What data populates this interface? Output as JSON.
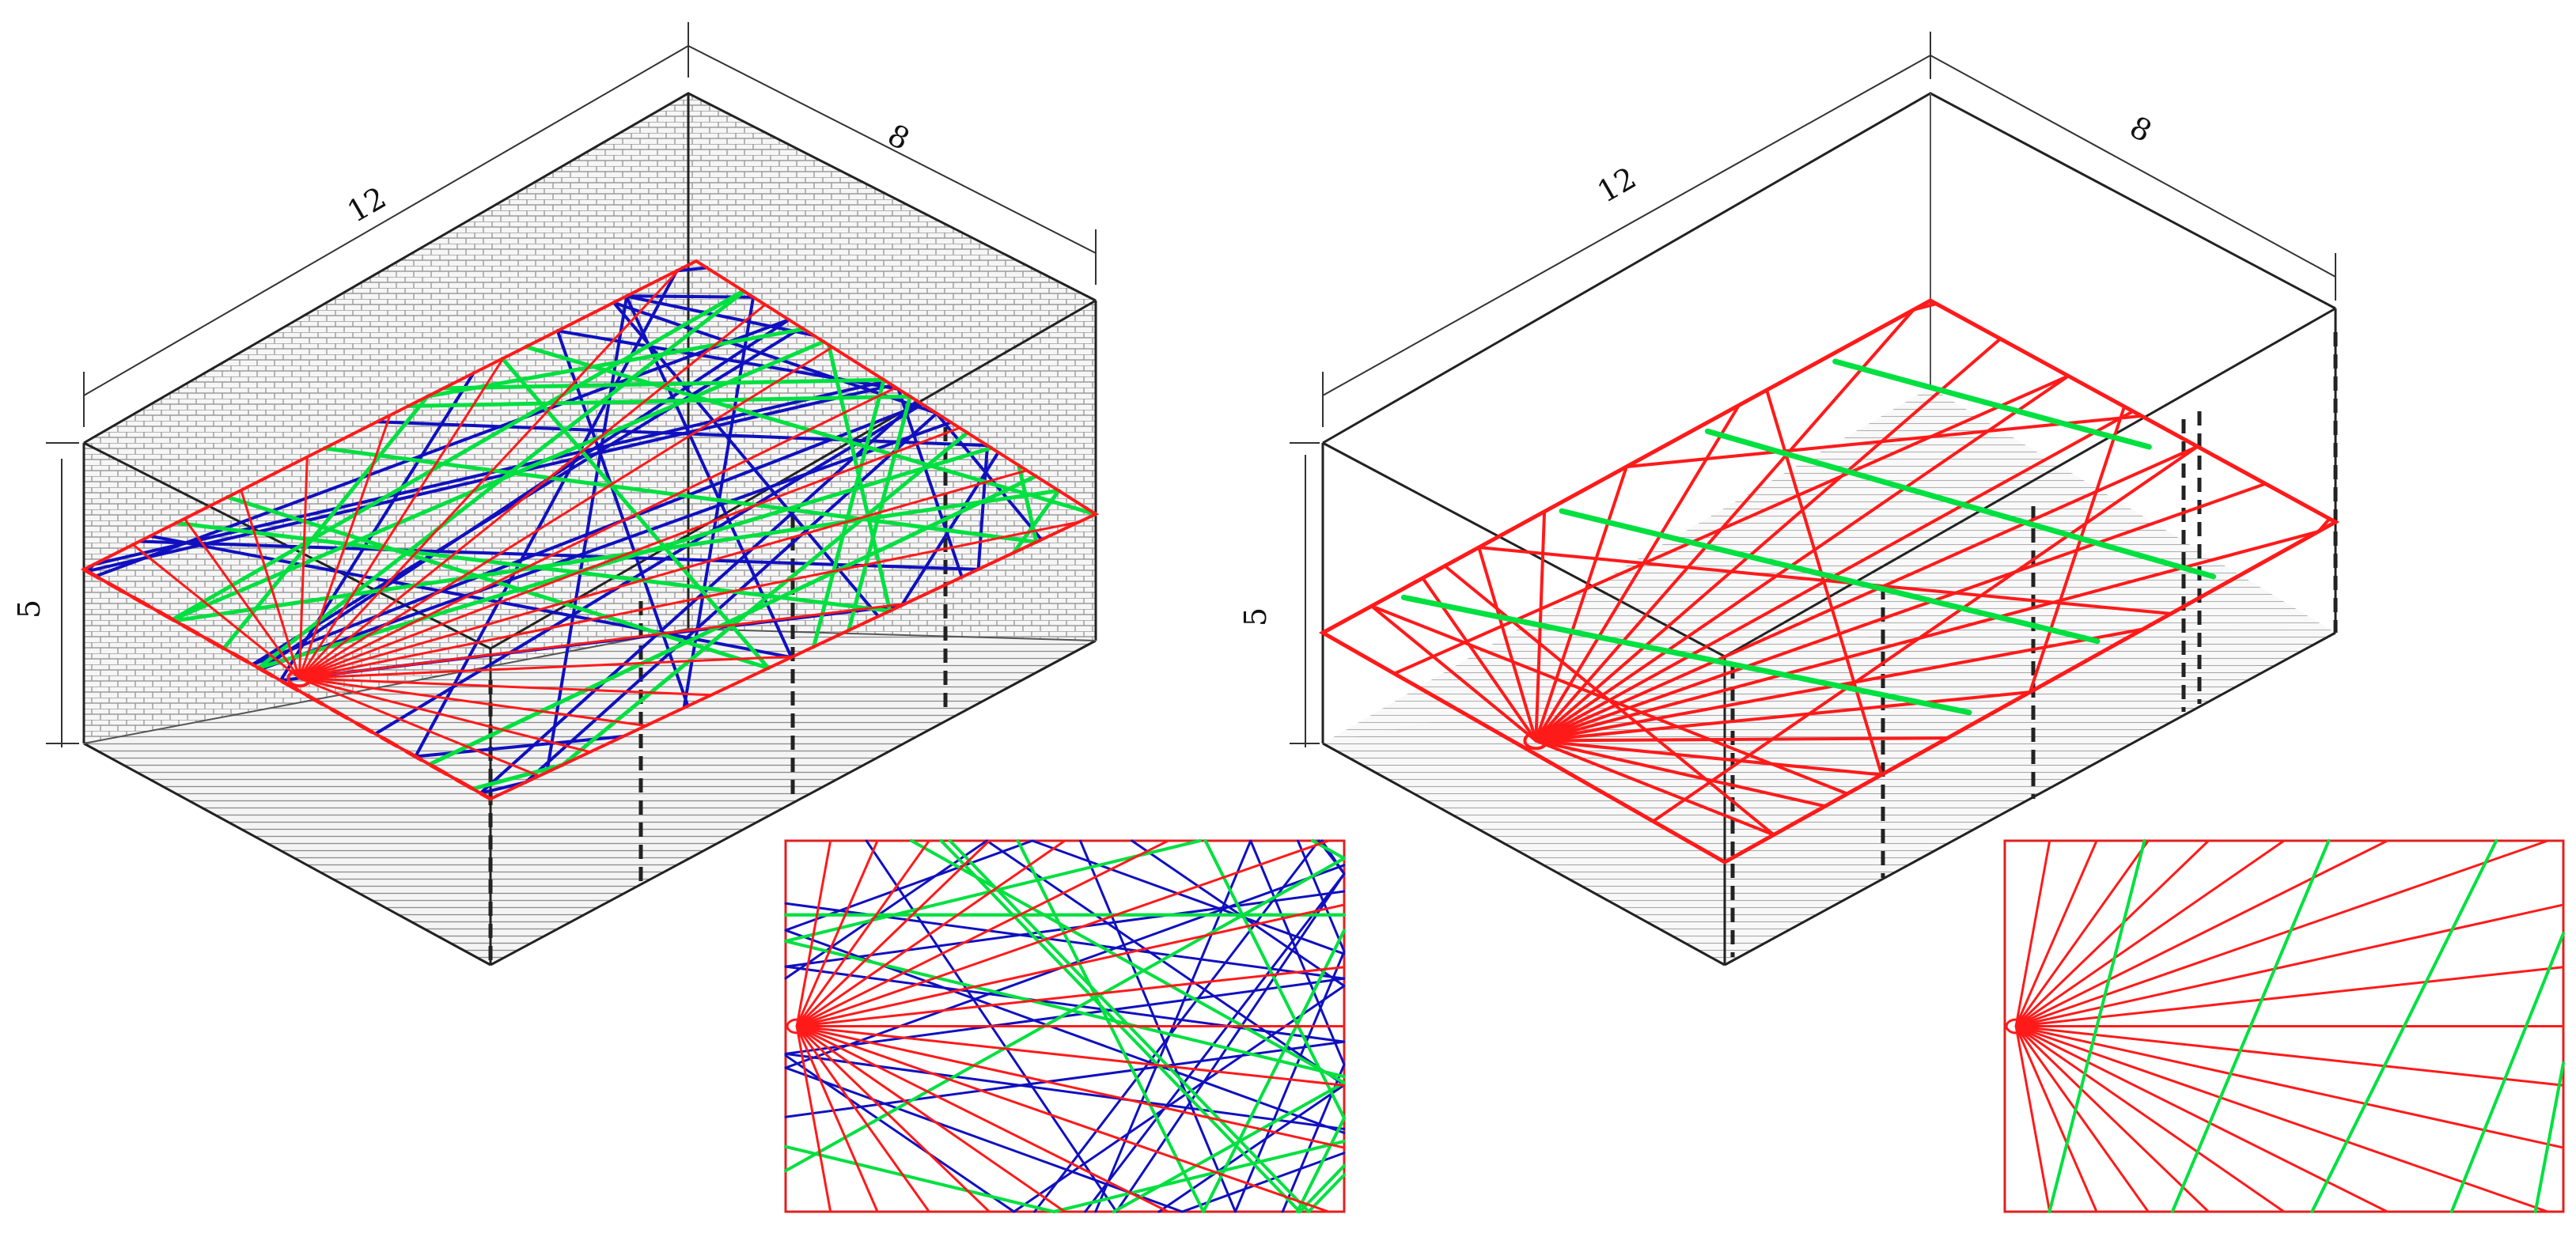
{
  "colors": {
    "direct": "#ff1a1a",
    "first_order": "#00e040",
    "second_order": "#1010c0",
    "outline": "#222222",
    "dimension": "#333333",
    "hatch": "#7a7a7a"
  },
  "left_panel": {
    "dimension_labels": {
      "length": "12",
      "width": "8",
      "height": "5"
    },
    "wall_texture": "brick-hatched",
    "ray_orders": [
      "direct",
      "first_order",
      "second_order"
    ]
  },
  "right_panel": {
    "dimension_labels": {
      "length": "12",
      "width": "8",
      "height": "5"
    },
    "wall_texture": "plain",
    "ray_orders": [
      "direct",
      "first_order"
    ]
  }
}
